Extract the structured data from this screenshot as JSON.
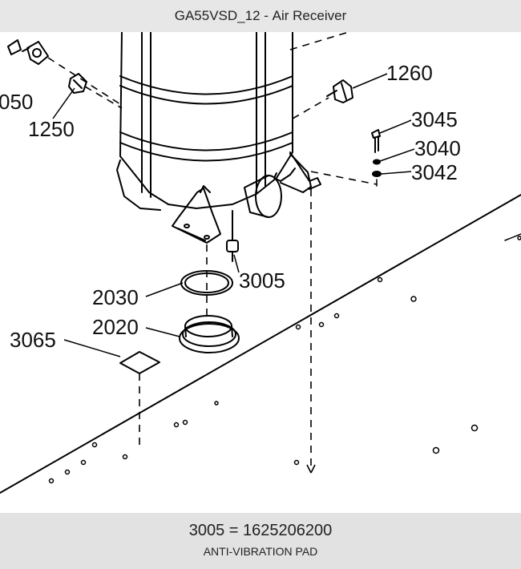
{
  "header": {
    "model": "GA55VSD_12",
    "separator": " - ",
    "section": "Air Receiver"
  },
  "callouts": {
    "c1050": "050",
    "c1250": "1250",
    "c1260": "1260",
    "c3045": "3045",
    "c3040": "3040",
    "c3042": "3042",
    "c3005": "3005",
    "c2030": "2030",
    "c2020": "2020",
    "c3065": "3065"
  },
  "selected_part": {
    "number": "3005",
    "equals": " = ",
    "part_code": "1625206200",
    "description": "ANTI-VIBRATION PAD"
  }
}
